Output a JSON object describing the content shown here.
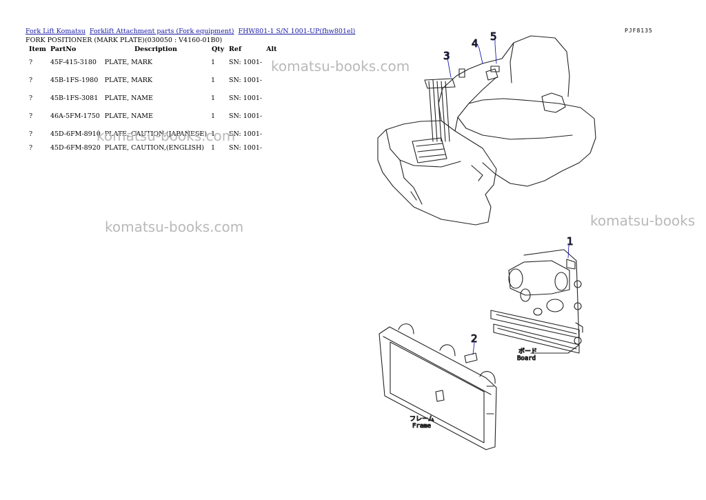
{
  "breadcrumb": {
    "links": [
      "Fork Lift Komatsu",
      "Forklift Attachment parts (Fork equipment)",
      "FHW801-1 S/N 1001-UP(fhw801el)"
    ]
  },
  "page_title": "FORK POSITIONER (MARK PLATE)(030050 : V4160-01B0)",
  "table": {
    "headers": {
      "item": "Item",
      "partno": "PartNo",
      "description": "Description",
      "qty": "Qty",
      "ref": "Ref",
      "alt": "Alt"
    },
    "rows": [
      {
        "item": "?",
        "partno": "45F-415-3180",
        "description": "PLATE, MARK",
        "qty": "1",
        "ref": "SN: 1001-"
      },
      {
        "item": "?",
        "partno": "45B-1FS-1980",
        "description": "PLATE, MARK",
        "qty": "1",
        "ref": "SN: 1001-"
      },
      {
        "item": "?",
        "partno": "45B-1FS-3081",
        "description": "PLATE, NAME",
        "qty": "1",
        "ref": "SN: 1001-"
      },
      {
        "item": "?",
        "partno": "46A-5FM-1750",
        "description": "PLATE, NAME",
        "qty": "1",
        "ref": "SN: 1001-"
      },
      {
        "item": "?",
        "partno": "45D-6FM-8910",
        "description": "PLATE, CAUTION,(JAPANESE)",
        "qty": "1",
        "ref": "SN: 1001-"
      },
      {
        "item": "?",
        "partno": "45D-6FM-8920",
        "description": "PLATE, CAUTION,(ENGLISH)",
        "qty": "1",
        "ref": "SN: 1001-"
      }
    ]
  },
  "watermark": {
    "text_full": "komatsu-books.com",
    "text_short": "komatsu-books"
  },
  "page_code": "PJF8135",
  "diagram": {
    "callouts": [
      "1",
      "2",
      "3",
      "4",
      "5"
    ],
    "labels": {
      "board_jp": "ボード",
      "board_en": "Board",
      "frame_jp": "フレーム",
      "frame_en": "Frame"
    }
  },
  "colors": {
    "link": "#1a1aa6",
    "callout": "#0000b0",
    "watermark": "#b9b9b9"
  }
}
